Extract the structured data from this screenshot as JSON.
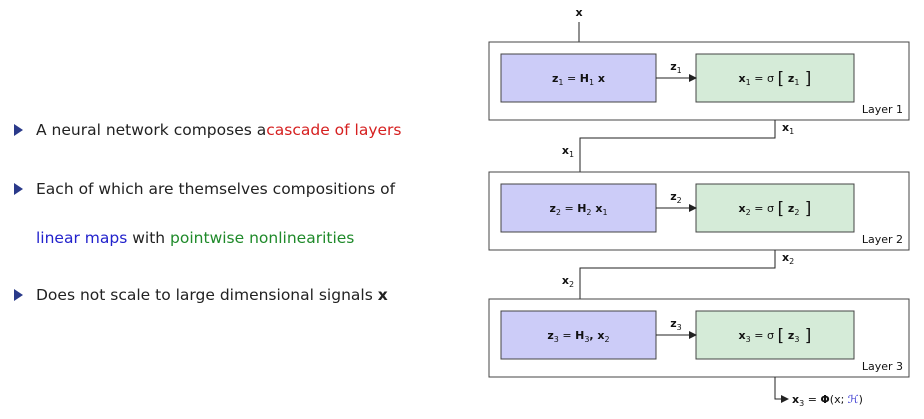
{
  "bullets": [
    {
      "pre": "A neural network composes a ",
      "highlight": "cascade of layers",
      "highlight_color": "#d62020"
    },
    {
      "pre": "Each of which are themselves compositions of"
    },
    {
      "part1": "linear maps",
      "part1_color": "#2222cc",
      "mid": " with ",
      "part2": "pointwise nonlinearities",
      "part2_color": "#1f8a2a"
    },
    {
      "pre": "Does not scale to large dimensional signals ",
      "bold_tail": "x"
    }
  ],
  "diagram": {
    "input_label": "x",
    "layers": [
      {
        "name": "Layer 1",
        "linear": {
          "lhs": "z",
          "lhs_sub": "1",
          "op": " = ",
          "H": "H",
          "H_sub": "1",
          "tail": " x",
          "tail_sub": ""
        },
        "edge_z": {
          "text": "z",
          "sub": "1"
        },
        "nonlin": {
          "lhs": "x",
          "lhs_sub": "1",
          "rhs": "z",
          "rhs_sub": "1"
        },
        "out": {
          "text": "x",
          "sub": "1"
        },
        "in_next": {
          "text": "x",
          "sub": "1"
        }
      },
      {
        "name": "Layer 2",
        "linear": {
          "lhs": "z",
          "lhs_sub": "2",
          "op": " = ",
          "H": "H",
          "H_sub": "2",
          "tail": " x",
          "tail_sub": "1"
        },
        "edge_z": {
          "text": "z",
          "sub": "2"
        },
        "nonlin": {
          "lhs": "x",
          "lhs_sub": "2",
          "rhs": "z",
          "rhs_sub": "2"
        },
        "out": {
          "text": "x",
          "sub": "2"
        },
        "in_next": {
          "text": "x",
          "sub": "2"
        }
      },
      {
        "name": "Layer 3",
        "linear": {
          "lhs": "z",
          "lhs_sub": "3",
          "op": " = ",
          "H": "H",
          "H_sub": "3",
          "tail": ", x",
          "tail_sub": "2"
        },
        "edge_z": {
          "text": "z",
          "sub": "3"
        },
        "nonlin": {
          "lhs": "x",
          "lhs_sub": "3",
          "rhs": "z",
          "rhs_sub": "3"
        }
      }
    ],
    "output": {
      "lhs": "x",
      "lhs_sub": "3",
      "eq": " = ",
      "phi": "Φ",
      "open": "(x; ",
      "H": "ℋ",
      "close": ")",
      "H_color": "#2222cc"
    },
    "sigma": "σ",
    "colors": {
      "linear_fill": "#ccccf8",
      "nonlin_fill": "#d5ebd8",
      "layer_fill": "#ffffff",
      "stroke": "#444444"
    }
  }
}
